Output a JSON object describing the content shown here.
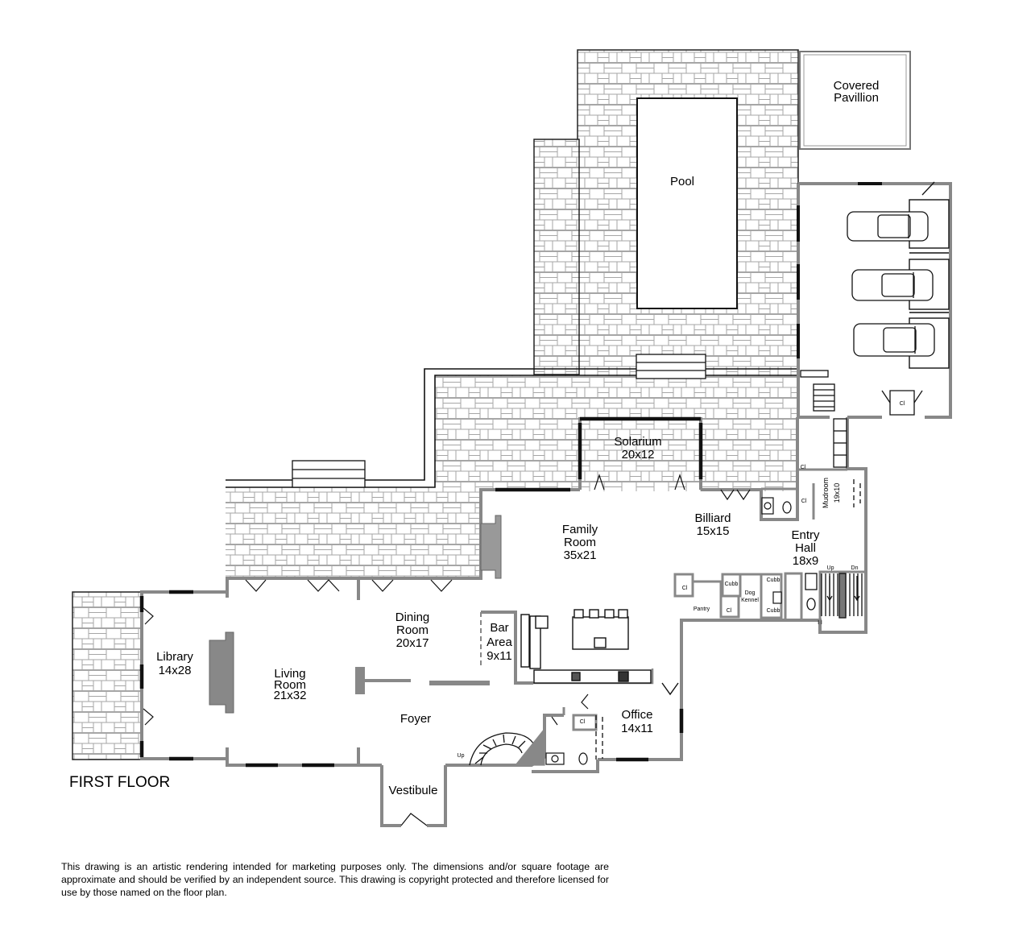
{
  "title": "FIRST FLOOR",
  "disclaimer": "This drawing is an artistic rendering intended for marketing purposes only.  The dimensions and/or square footage are approximate and should be verified by an independent source. This drawing is copyright protected and therefore licensed for use by those named on the floor plan.",
  "rooms": {
    "pavilion": {
      "name1": "Covered",
      "name2": "Pavillion"
    },
    "pool": {
      "name": "Pool"
    },
    "solarium": {
      "name": "Solarium",
      "dims": "20x12"
    },
    "family": {
      "name1": "Family",
      "name2": "Room",
      "dims": "35x21"
    },
    "billiard": {
      "name": "Billiard",
      "dims": "15x15"
    },
    "mudroom": {
      "name": "Mudroom",
      "dims": "19x10"
    },
    "entry": {
      "name1": "Entry",
      "name2": "Hall",
      "dims": "18x9"
    },
    "library": {
      "name": "Library",
      "dims": "14x28"
    },
    "living": {
      "name1": "Living",
      "name2": "Room",
      "dims": "21x32"
    },
    "dining": {
      "name1": "Dining",
      "name2": "Room",
      "dims": "20x17"
    },
    "bar": {
      "name1": "Bar",
      "name2": "Area",
      "dims": "9x11"
    },
    "foyer": {
      "name": "Foyer"
    },
    "office": {
      "name": "Office",
      "dims": "14x11"
    },
    "vestibule": {
      "name": "Vestibule"
    },
    "pantry": {
      "name": "Pantry"
    },
    "kennel": {
      "name1": "Dog",
      "name2": "Kennel"
    }
  },
  "small_labels": {
    "closet": "Cl",
    "cubby": "Cubb",
    "stairs_up": "Up",
    "stairs_down": "Dn"
  }
}
